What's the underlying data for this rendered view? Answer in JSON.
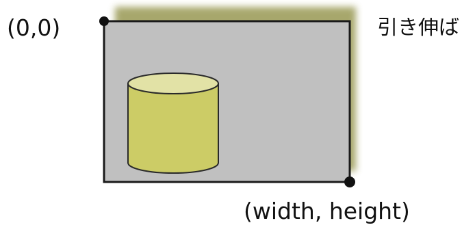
{
  "diagram": {
    "origin_label": "(0,0)",
    "corner_label": "(width, height)",
    "stretch_label": "引き伸ばし"
  },
  "colors": {
    "canvas_fill": "#c0c0c0",
    "canvas_border": "#1a1a1a",
    "shadow": "#8a8a3a",
    "cylinder_body": "#cccc66",
    "cylinder_top": "#e2e2a6",
    "cylinder_stroke": "#2a2a2a",
    "marker": "#111111"
  },
  "icons": {
    "corner_marker": "filled-circle",
    "content_shape": "cylinder"
  }
}
